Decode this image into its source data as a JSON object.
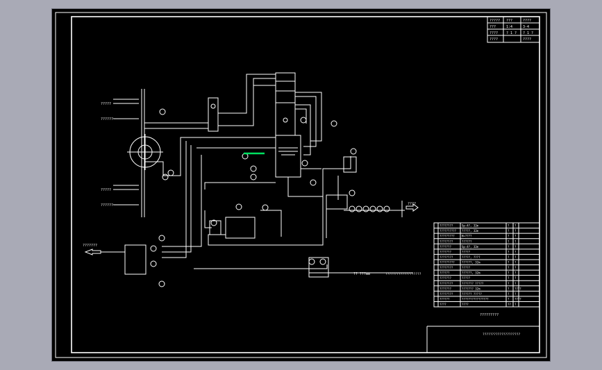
{
  "title_block": {
    "rows": [
      [
        "?????",
        "???",
        "????"
      ],
      [
        "???",
        "1:4",
        "3-4"
      ],
      [
        "????",
        "? 1 ?",
        "? 1 ?"
      ],
      [
        "????",
        "",
        "????"
      ]
    ]
  },
  "bom": {
    "rows": [
      [
        "????????",
        "Sp:4?, 32m",
        "?",
        "?"
      ],
      [
        "??????????",
        "?????, 32m",
        "?",
        "?"
      ],
      [
        "?????????",
        "H=????",
        "?",
        "?"
      ],
      [
        "????????",
        "??????",
        "?",
        "?"
      ],
      [
        "???????",
        "Sp:4?, 32m",
        "?",
        "?"
      ],
      [
        "???????",
        "?????",
        "?",
        "?"
      ],
      [
        "????????",
        "?????, ????",
        "?",
        "?"
      ],
      [
        "?????????",
        "??????, 32m",
        "?",
        "?"
      ],
      [
        "????????",
        "?????",
        "?",
        "?"
      ],
      [
        "??????",
        "??????, 32m",
        "?",
        "?"
      ],
      [
        "???????",
        "?????",
        "?",
        "?"
      ],
      [
        "????????",
        "??????? ?????",
        "?",
        "?"
      ],
      [
        "???????",
        "??????? 32m",
        "?",
        "????"
      ],
      [
        "????????",
        "?????? ?????",
        "?",
        "?"
      ],
      [
        "??????",
        "????????????????",
        "?",
        "????"
      ],
      [
        "????",
        "????",
        "??",
        "?"
      ]
    ],
    "caption": "?????????",
    "footer": "????????????????????"
  },
  "callouts": {
    "inlet_1": "?????",
    "inlet_2": "??????",
    "inlet_3": "?????",
    "inlet_4": "??????",
    "left_outlet": "???????",
    "right_outlet": "????",
    "bottom_label": "?? ???mm",
    "bottom_right": "???????????????????"
  }
}
